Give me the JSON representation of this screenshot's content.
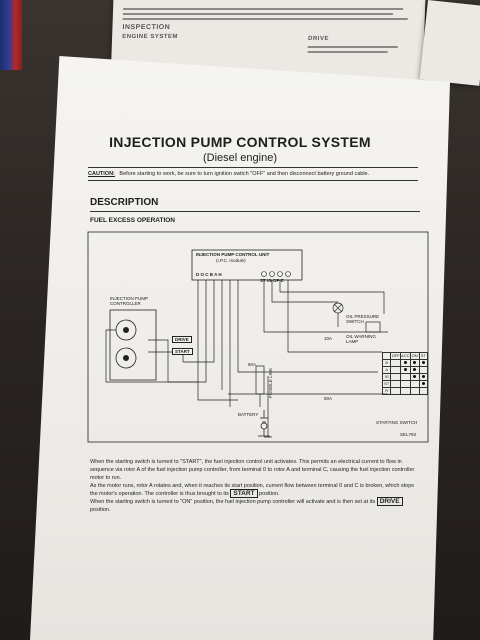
{
  "document": {
    "title": "INJECTION PUMP CONTROL SYSTEM",
    "subtitle": "(Diesel engine)",
    "caution_label": "CAUTION:",
    "caution_text": "Before starting to work, be sure to turn ignition switch \"OFF\" and then disconnect battery ground cable.",
    "section_title": "DESCRIPTION",
    "subsection_title": "FUEL EXCESS OPERATION"
  },
  "background_pages": {
    "left_heading_1": "INSPECTION",
    "left_heading_2": "ENGINE SYSTEM",
    "right_heading": "DRIVE"
  },
  "diagram": {
    "control_unit_label": "INJECTION PUMP CONTROL UNIT",
    "control_unit_sub": "(I.P.C. module)",
    "pump_controller_label": "INJECTION PUMP CONTROLLER",
    "drive_label": "DRIVE",
    "start_label": "START",
    "oil_switch_label": "OIL PRESSURE SWITCH",
    "oil_lamp_label": "OIL WARNING LAMP",
    "fusible_link_label": "FUSIBLE LINK",
    "battery_label": "BATTERY",
    "starting_switch_label": "STARTING SWITCH",
    "fuse_10a": "10A",
    "fuse_80a": "80A",
    "fuse_60a": "60A",
    "terminal_left": "D  O  C  B  A  H",
    "terminal_right": "ST  IG  OP  E",
    "switch_columns": [
      "OFF",
      "ACC",
      "ON",
      "ST"
    ],
    "switch_rows": [
      "B",
      "A",
      "IG",
      "ST",
      "R"
    ],
    "figure_code": "SEL793"
  },
  "body": {
    "p1_a": "When the starting switch is turned to \"START\", the fuel injection control unit activates. This permits an electrical current to flow in sequence via rotor A of the fuel injection pump controller, from terminal 0 to rotor A and terminal C, causing the fuel injection controller motor to run.",
    "p2_a": "As the motor runs, rotor A rotates and, when it reaches its start position, current flow between terminal 0 and C is broken, which stops the motor's operation. The controller is thus brought to its",
    "p2_kw": "START",
    "p2_b": "position.",
    "p3_a": "When the starting switch is turned to \"ON\" position, the fuel injection pump controller will activate and is then set at its",
    "p3_kw": "DRIVE",
    "p3_b": "position."
  }
}
